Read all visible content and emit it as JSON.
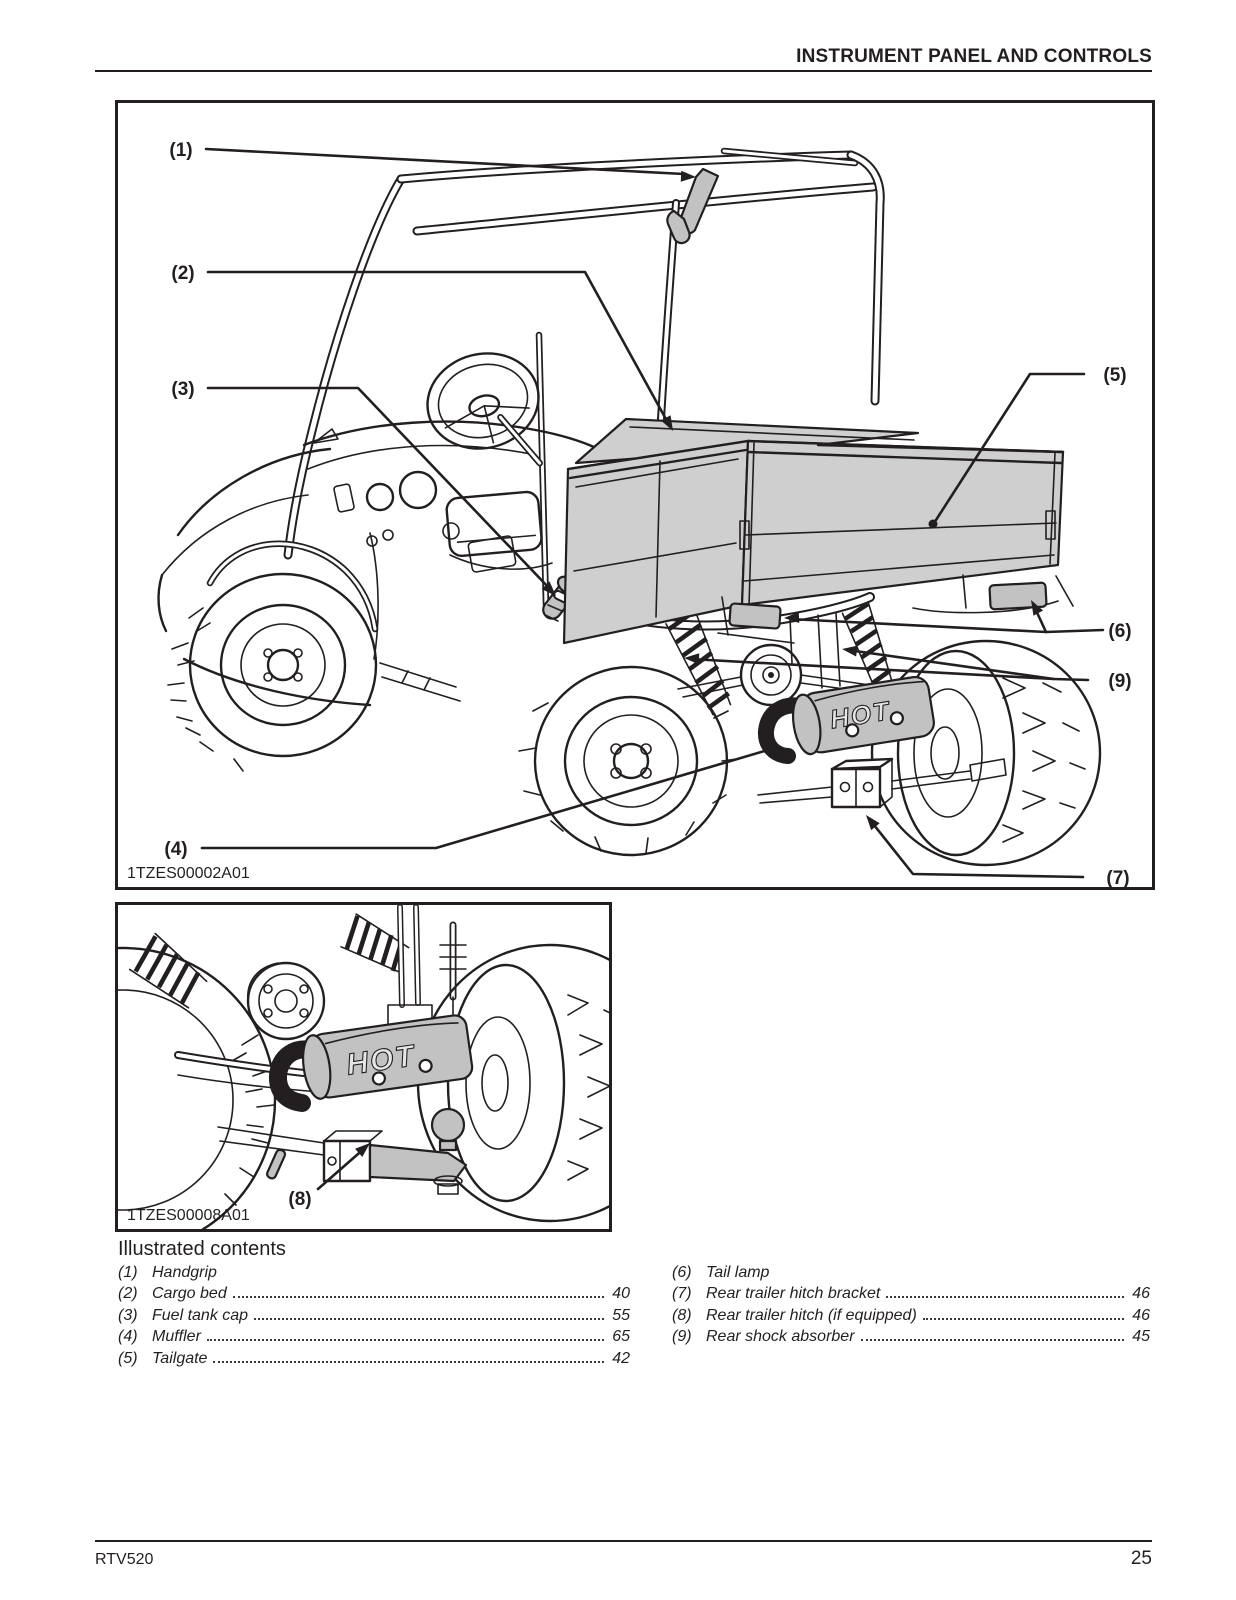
{
  "header": {
    "title": "INSTRUMENT PANEL AND CONTROLS"
  },
  "figure_main": {
    "code": "1TZES00002A01",
    "hot_label": "HOT",
    "callouts": {
      "c1": "(1)",
      "c2": "(2)",
      "c3": "(3)",
      "c4": "(4)",
      "c5": "(5)",
      "c6": "(6)",
      "c7": "(7)",
      "c9": "(9)"
    }
  },
  "figure_detail": {
    "code": "1TZES00008A01",
    "hot_label": "HOT",
    "callouts": {
      "c8": "(8)"
    }
  },
  "contents": {
    "heading": "Illustrated contents",
    "left": [
      {
        "num": "(1)",
        "label": "Handgrip",
        "page": ""
      },
      {
        "num": "(2)",
        "label": "Cargo bed",
        "page": "40"
      },
      {
        "num": "(3)",
        "label": "Fuel tank cap",
        "page": "55"
      },
      {
        "num": "(4)",
        "label": "Muffler",
        "page": "65"
      },
      {
        "num": "(5)",
        "label": "Tailgate",
        "page": "42"
      }
    ],
    "right": [
      {
        "num": "(6)",
        "label": "Tail lamp",
        "page": ""
      },
      {
        "num": "(7)",
        "label": "Rear trailer hitch bracket",
        "page": "46"
      },
      {
        "num": "(8)",
        "label": "Rear trailer hitch (if equipped)",
        "page": "46"
      },
      {
        "num": "(9)",
        "label": "Rear shock absorber",
        "page": "45"
      }
    ]
  },
  "footer": {
    "model": "RTV520",
    "page_number": "25"
  },
  "colors": {
    "ink": "#231f20",
    "bed_gray": "#cfcfcf",
    "part_gray": "#c2c2c2",
    "pipe_gray": "#b4b4b4"
  }
}
